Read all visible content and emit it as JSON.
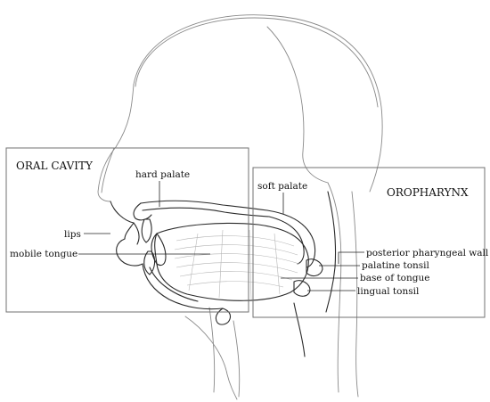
{
  "regions": {
    "oral_cavity": "ORAL CAVITY",
    "oropharynx": "OROPHARYNX"
  },
  "labels": {
    "hard_palate": "hard palate",
    "soft_palate": "soft palate",
    "lips": "lips",
    "mobile_tongue": "mobile tongue",
    "posterior_pharyngeal_wall": "posterior pharyngeal wall",
    "palatine_tonsil": "palatine tonsil",
    "base_of_tongue": "base of tongue",
    "lingual_tonsil": "lingual tonsil"
  }
}
